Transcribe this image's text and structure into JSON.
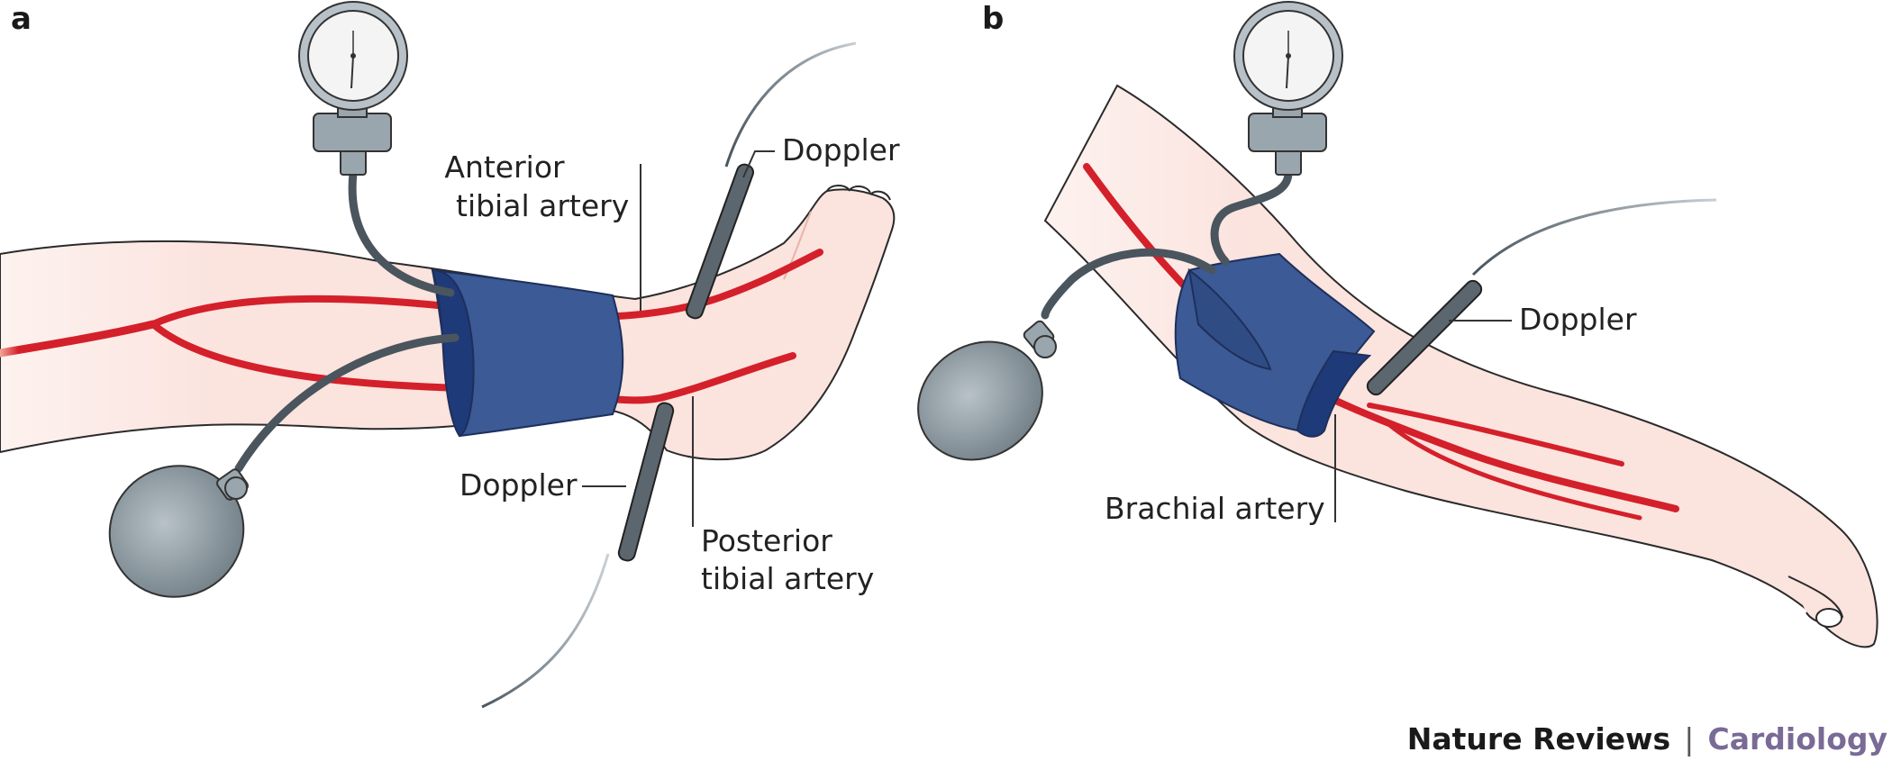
{
  "panels": {
    "a": {
      "letter": "a",
      "labels": {
        "anterior_line1": "Anterior",
        "anterior_line2": "tibial artery",
        "doppler_top": "Doppler",
        "doppler_bottom": "Doppler",
        "posterior_line1": "Posterior",
        "posterior_line2": "tibial artery"
      }
    },
    "b": {
      "letter": "b",
      "labels": {
        "doppler": "Doppler",
        "brachial": "Brachial artery"
      }
    }
  },
  "footer": {
    "journal": "Nature Reviews",
    "separator": "|",
    "section": "Cardiology"
  },
  "colors": {
    "skin": "#fbe4e0",
    "artery": "#d4202a",
    "cuff": "#3b5a96",
    "cuff_edge": "#1f3a78",
    "tube": "#4a555e",
    "bulb": "#7f8d96",
    "probe": "#5c666e"
  },
  "icons": [
    "sphygmomanometer-gauge-icon",
    "inflation-bulb-icon",
    "doppler-probe-icon",
    "blood-pressure-cuff-icon"
  ]
}
